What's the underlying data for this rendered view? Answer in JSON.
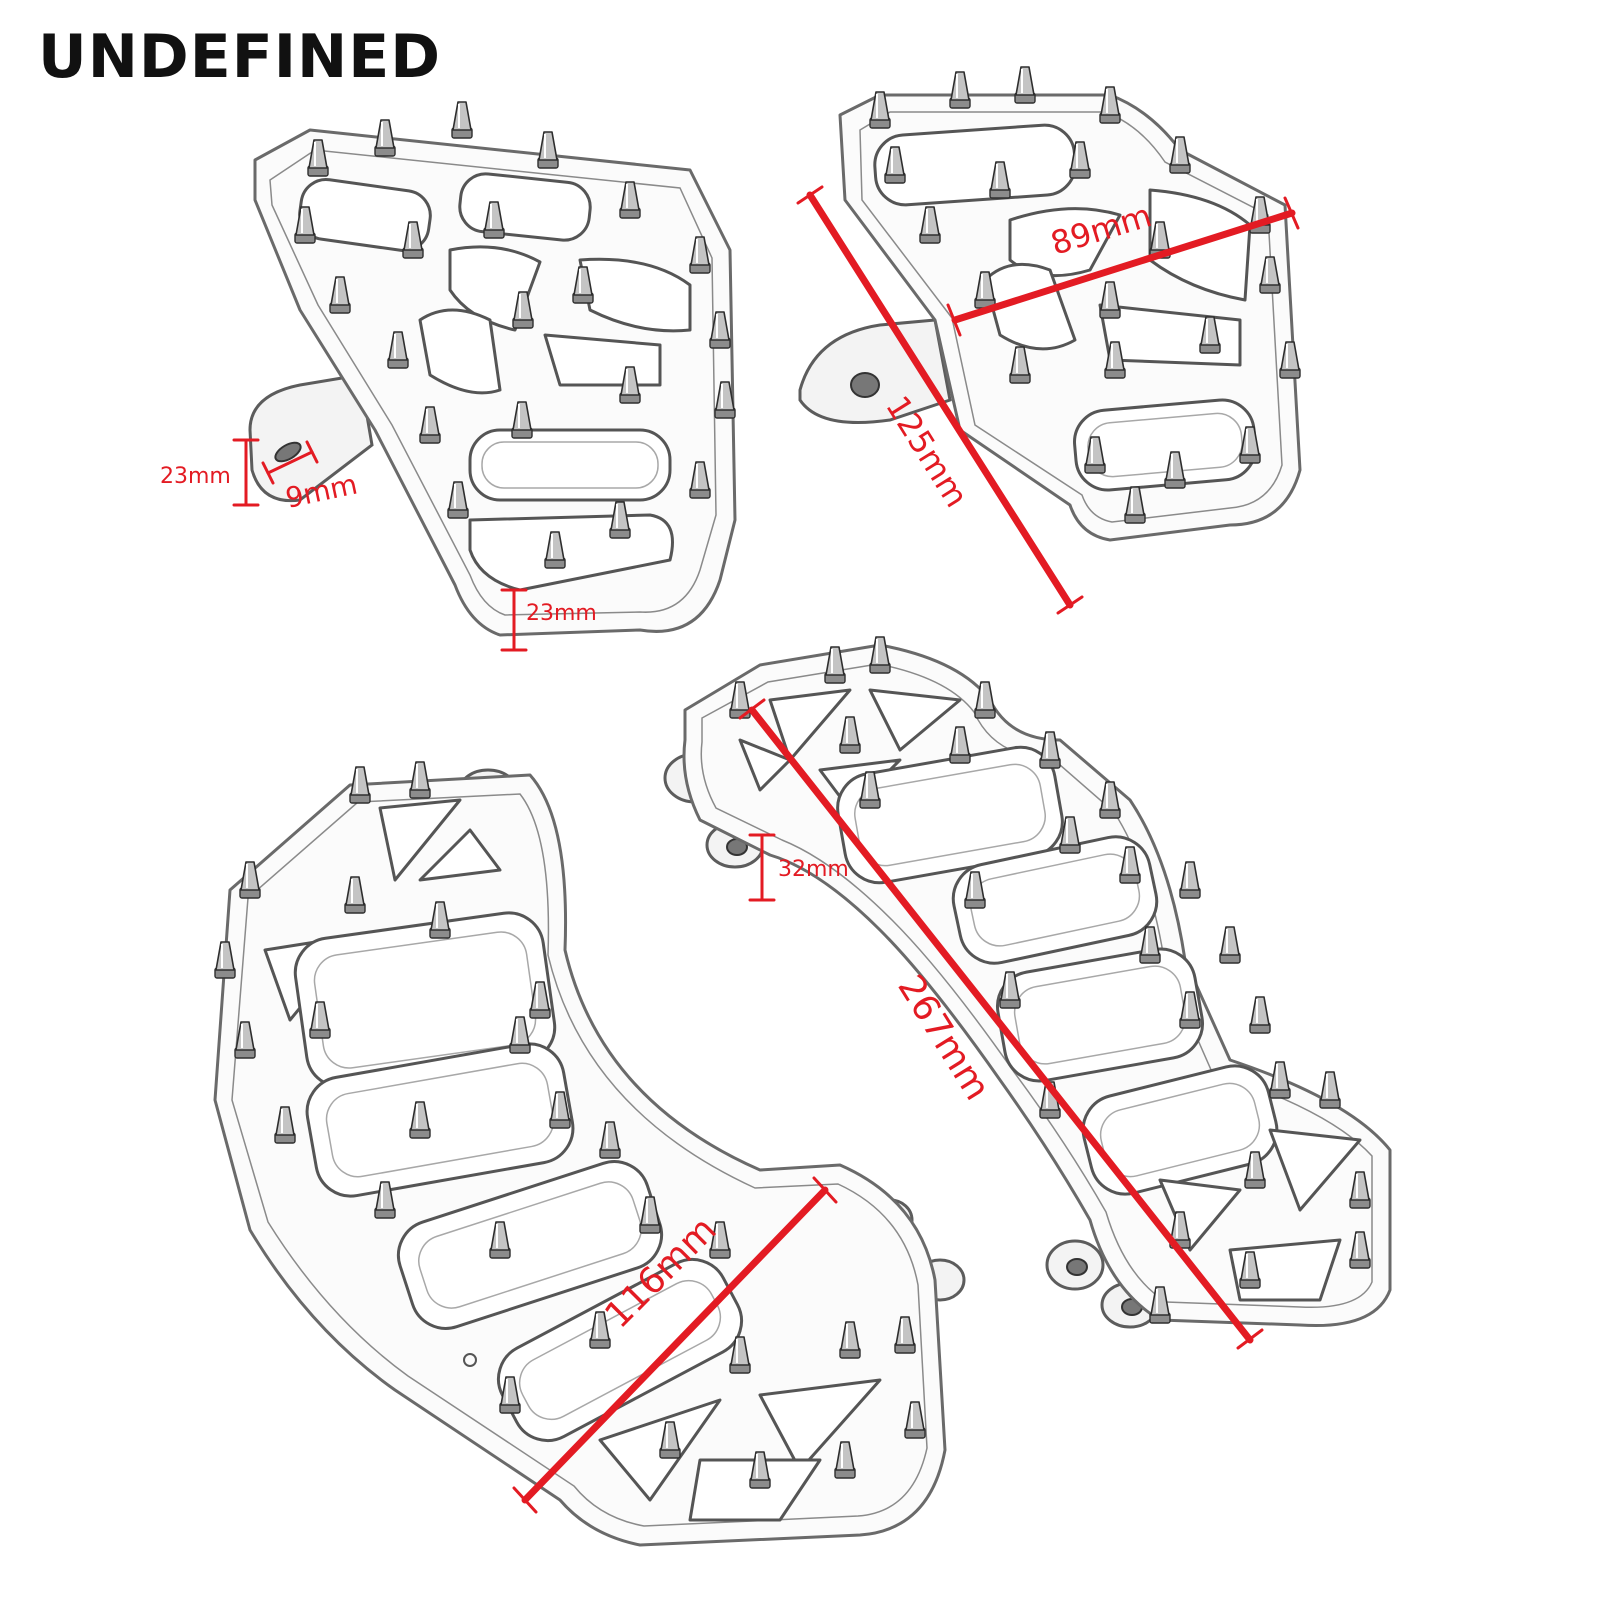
{
  "brand": "UNDEFINED",
  "dimensions": {
    "peg_mount_height": "23mm",
    "peg_hole_diameter": "9mm",
    "peg_thickness": "23mm",
    "peg_width": "89mm",
    "peg_length": "125mm",
    "board_mount_height": "32mm",
    "board_length": "267mm",
    "board_width": "116mm"
  },
  "colors": {
    "measurement": "#e31b23",
    "brand_text": "#111111",
    "part_outline": "#6a6a6a"
  }
}
